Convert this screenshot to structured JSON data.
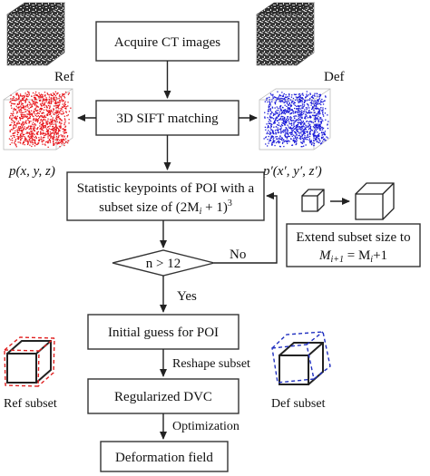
{
  "steps": {
    "acquire": "Acquire CT images",
    "sift": "3D SIFT matching",
    "statistic_line1": "Statistic keypoints of POI with a",
    "statistic_line2": "subset size of (2M",
    "statistic_sub": "i",
    "statistic_tail": " + 1)",
    "statistic_sup": "3",
    "condition": "n > 12",
    "initial_guess": "Initial guess for POI",
    "regularized": "Regularized DVC",
    "deformation": "Deformation field"
  },
  "side": {
    "extend_line1": "Extend subset size to",
    "extend_M": "M",
    "extend_sub1": "i+1",
    "extend_eq": " = M",
    "extend_sub2": "i",
    "extend_tail": "+1"
  },
  "labels": {
    "ref": "Ref",
    "def": "Def",
    "p_ref": "p(x, y, z)",
    "p_def": "p′(x′, y′, z′)",
    "ref_subset": "Ref subset",
    "def_subset": "Def subset"
  },
  "edges": {
    "no": "No",
    "yes": "Yes",
    "reshape": "Reshape subset",
    "optimization": "Optimization"
  },
  "colors": {
    "ref_points": "#e8141a",
    "def_points": "#1a1ad8",
    "ref_dash": "#e02020",
    "def_dash": "#2030c0"
  }
}
